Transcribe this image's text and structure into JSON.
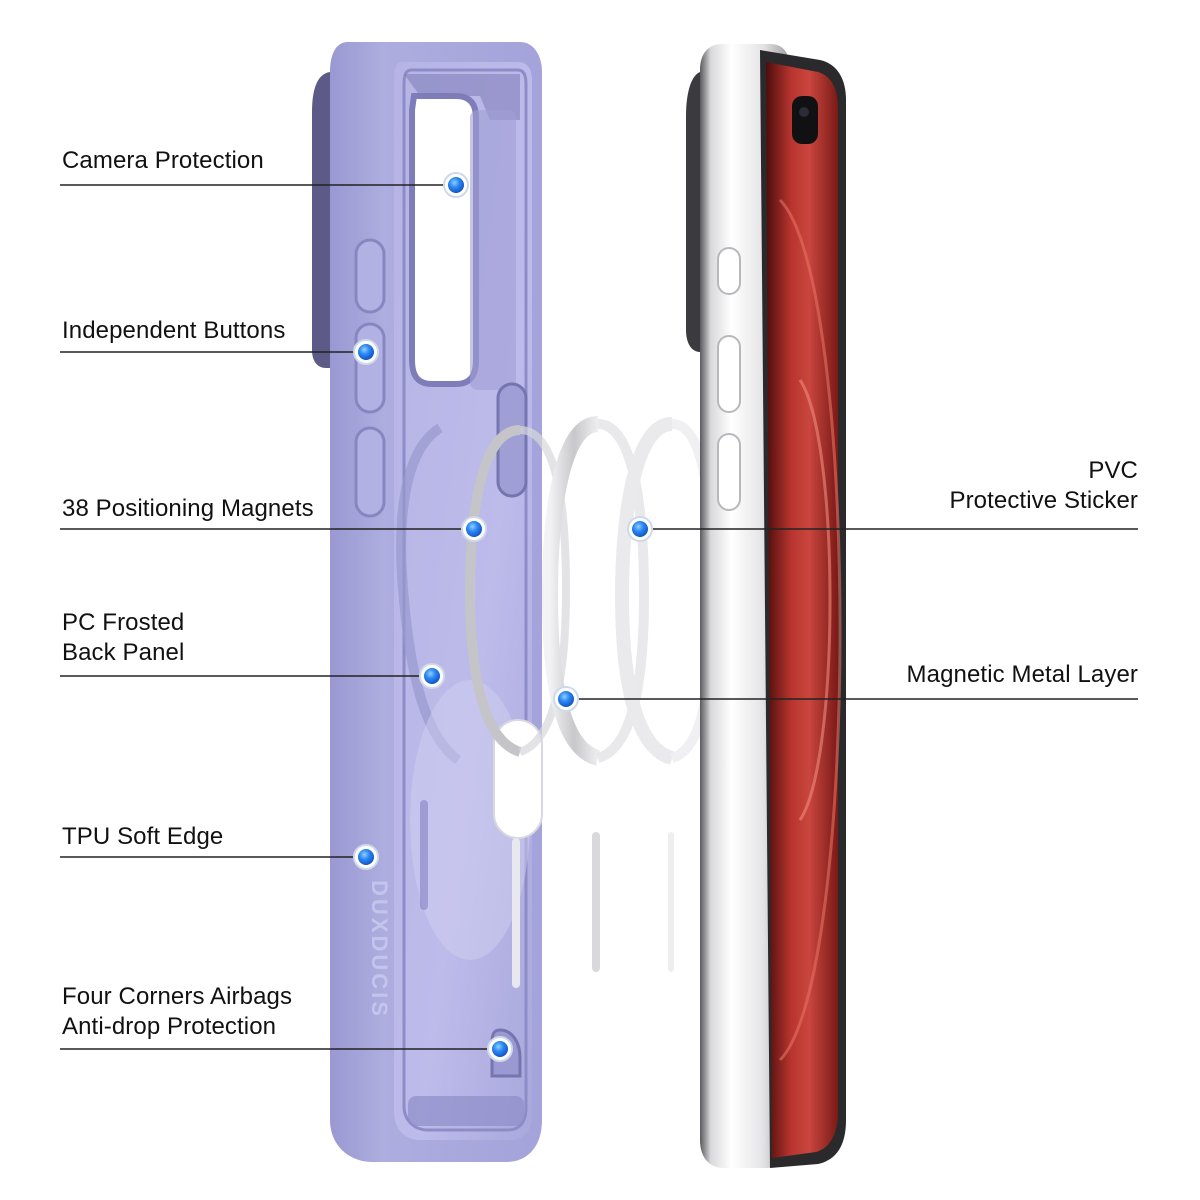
{
  "colors": {
    "case_purple": "#a7a6dc",
    "case_purple_dark": "#8f8dc9",
    "case_inner": "#b9b8e6",
    "dot_blue": "#1f6fe0",
    "leader_line": "#222222",
    "screen_red": "#b5302b"
  },
  "annotations_left": [
    {
      "id": "camera-protection",
      "lines": [
        "Camera Protection"
      ]
    },
    {
      "id": "independent-buttons",
      "lines": [
        "Independent Buttons"
      ]
    },
    {
      "id": "positioning-magnets",
      "lines": [
        "38 Positioning Magnets"
      ]
    },
    {
      "id": "pc-frosted-back-panel",
      "lines": [
        "PC Frosted",
        "Back Panel"
      ]
    },
    {
      "id": "tpu-soft-edge",
      "lines": [
        "TPU Soft Edge"
      ]
    },
    {
      "id": "four-corners-airbags",
      "lines": [
        "Four Corners Airbags",
        "Anti-drop Protection"
      ]
    }
  ],
  "annotations_right": [
    {
      "id": "pvc-protective-sticker",
      "lines": [
        "PVC",
        "Protective Sticker"
      ]
    },
    {
      "id": "magnetic-metal-layer",
      "lines": [
        "Magnetic Metal Layer"
      ]
    }
  ],
  "case_print": {
    "brand": "DUXDUCIS"
  },
  "icons": [
    "leader-dot-icon"
  ]
}
